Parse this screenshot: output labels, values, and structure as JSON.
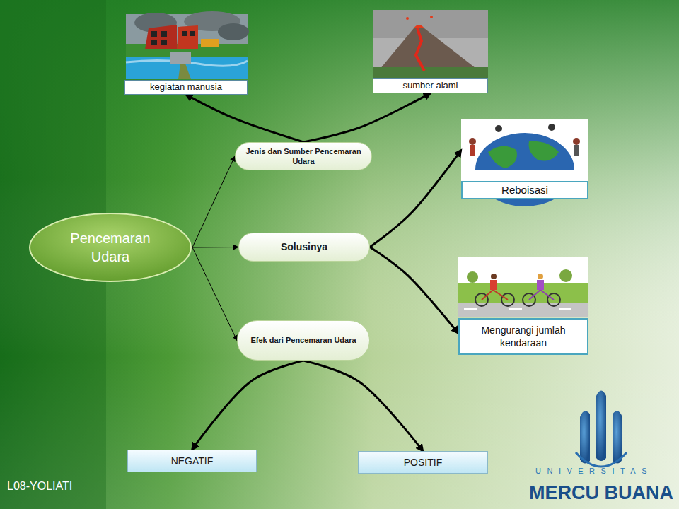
{
  "diagram": {
    "nodes": [
      {
        "text": [
          "Pencemaran Udara"
        ]
      },
      {
        "text": [
          "Jenis dan Sumber Pencemaran Udara"
        ]
      },
      {
        "text": [
          "kegiatan manusia"
        ]
      },
      {
        "text": [
          "sumber alami"
        ]
      },
      {
        "text": [
          "Solusinya"
        ]
      },
      {
        "text": [
          "Reboisasi"
        ]
      },
      {
        "text": [
          "Mengurangi jumlah kendaraan"
        ]
      },
      {
        "text": [
          "Efek dari Pencemaran Udara"
        ]
      },
      {
        "text": [
          "NEGATIF"
        ]
      },
      {
        "text": [
          "POSITIF"
        ]
      }
    ],
    "edges": [
      {
        "from": 0,
        "to": 1,
        "arrow": "to"
      },
      {
        "from": 0,
        "to": 4,
        "arrow": "to"
      },
      {
        "from": 0,
        "to": 7,
        "arrow": "to"
      },
      {
        "from": 1,
        "to": 2,
        "arrow": "to"
      },
      {
        "from": 1,
        "to": 3,
        "arrow": "to"
      },
      {
        "from": 4,
        "to": 5,
        "arrow": "to"
      },
      {
        "from": 4,
        "to": 6,
        "arrow": "to"
      },
      {
        "from": 7,
        "to": 8,
        "arrow": "to"
      },
      {
        "from": 7,
        "to": 9,
        "arrow": "to"
      }
    ],
    "labels": [
      "L08-YOLIATI",
      "UNIVERSITAS",
      "MERCU BUANA"
    ]
  }
}
